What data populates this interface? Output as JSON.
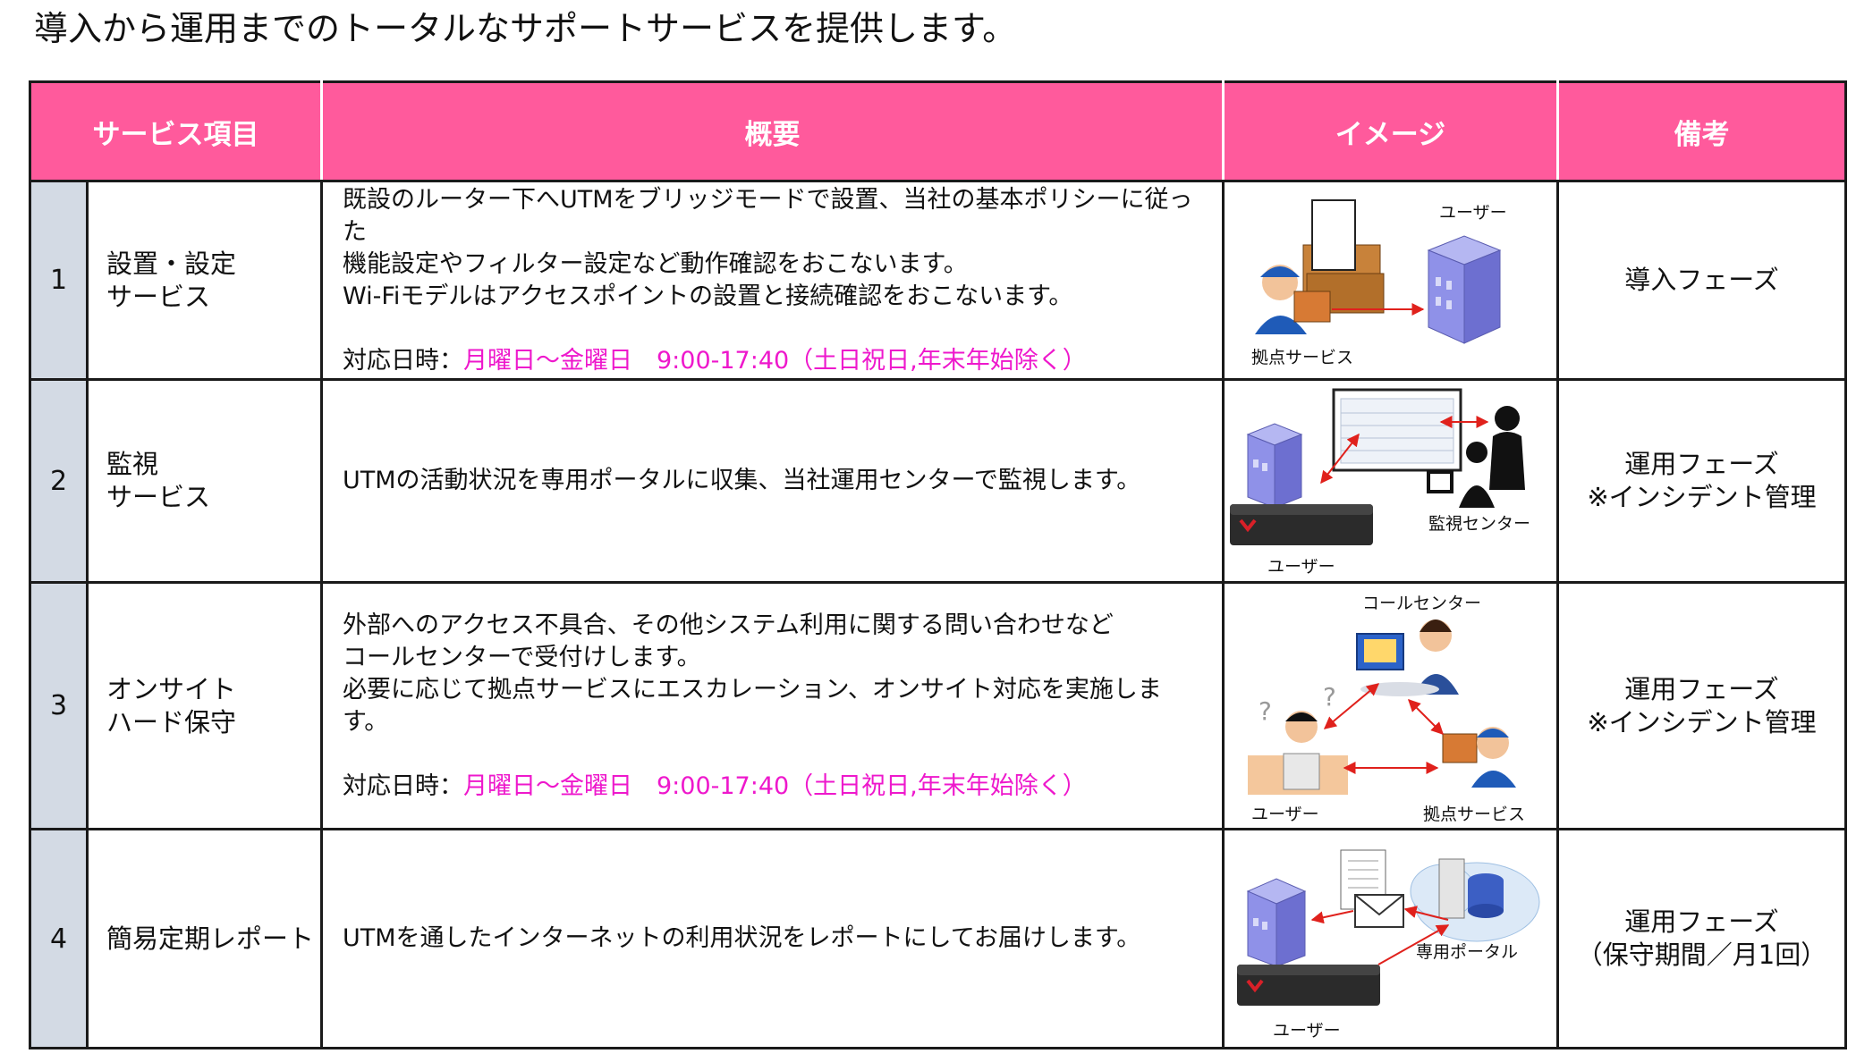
{
  "heading": "導入から運用までのトータルなサポートサービスを提供します。",
  "table": {
    "headers": [
      "サービス項目",
      "概要",
      "イメージ",
      "備考"
    ],
    "rows": [
      {
        "num": "1",
        "name": [
          "設置・設定",
          "サービス"
        ],
        "desc": [
          "既設のルーター下へUTMをブリッジモードで設置、当社の基本ポリシーに従った",
          "機能設定やフィルター設定など動作確認をおこないます。",
          "Wi-Fiモデルはアクセスポイントの設置と接続確認をおこないます。"
        ],
        "hours_label": "対応日時：",
        "hours_value": "月曜日～金曜日　9:00-17:40（土日祝日,年末年始除く）",
        "image_labels": [
          "ユーザー",
          "拠点サービス"
        ],
        "note": [
          "導入フェーズ"
        ]
      },
      {
        "num": "2",
        "name": [
          "監視",
          "サービス"
        ],
        "desc": [
          "UTMの活動状況を専用ポータルに収集、当社運用センターで監視します。"
        ],
        "image_labels": [
          "監視センター",
          "ユーザー"
        ],
        "note": [
          "運用フェーズ",
          "※インシデント管理"
        ]
      },
      {
        "num": "3",
        "name": [
          "オンサイト",
          "ハード保守"
        ],
        "desc": [
          "外部へのアクセス不具合、その他システム利用に関する問い合わせなど",
          "コールセンターで受付けします。",
          "必要に応じて拠点サービスにエスカレーション、オンサイト対応を実施します。"
        ],
        "hours_label": "対応日時：",
        "hours_value": "月曜日～金曜日　9:00-17:40（土日祝日,年末年始除く）",
        "image_labels": [
          "コールセンター",
          "ユーザー",
          "拠点サービス"
        ],
        "note": [
          "運用フェーズ",
          "※インシデント管理"
        ]
      },
      {
        "num": "4",
        "name": [
          "簡易定期レポート"
        ],
        "desc": [
          "UTMを通したインターネットの利用状況をレポートにしてお届けします。"
        ],
        "image_labels": [
          "専用ポータル",
          "ユーザー"
        ],
        "note": [
          "運用フェーズ",
          "（保守期間／月1回）"
        ]
      }
    ]
  },
  "colors": {
    "header_bg": "#ff5a9c",
    "number_bg": "#d3dae4",
    "hours_accent": "#ee18cc",
    "arrow": "#e0211c",
    "building": "#8f91e8"
  }
}
